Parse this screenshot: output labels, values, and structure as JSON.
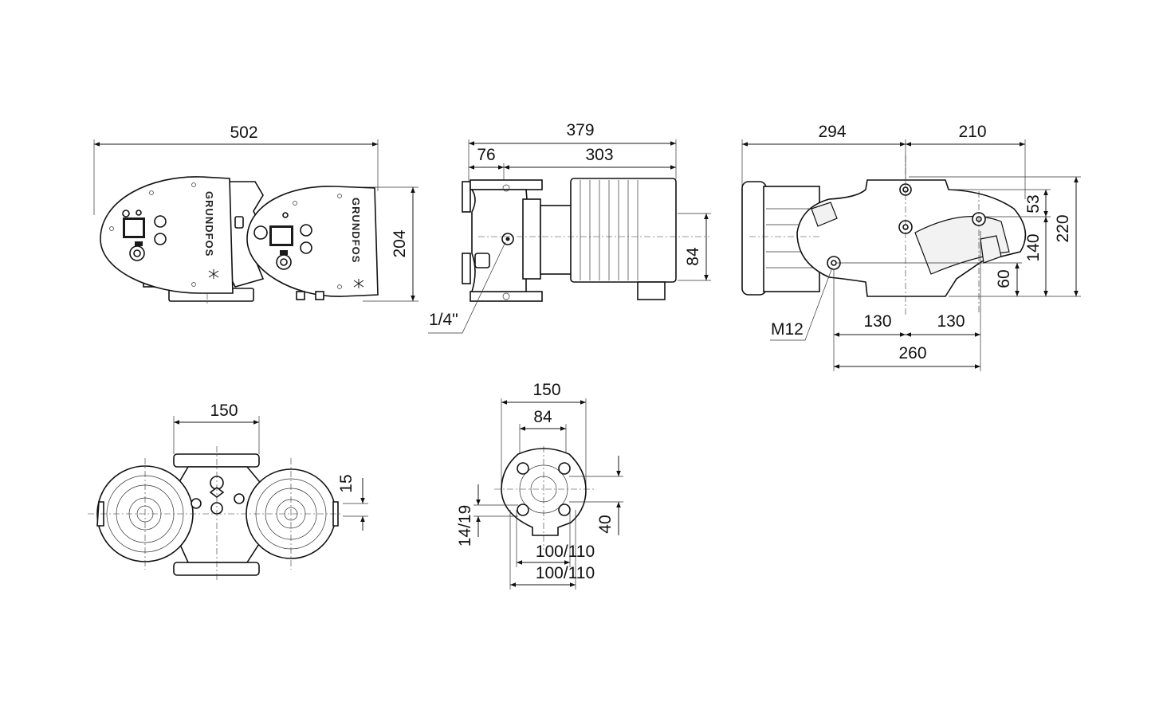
{
  "front_view": {
    "width": "502",
    "height": "204",
    "brand": "GRUNDFOS"
  },
  "side_view": {
    "overall": "379",
    "left": "76",
    "motor": "303",
    "axis_height": "84",
    "port": "1/4\""
  },
  "end_view": {
    "left": "294",
    "right": "210",
    "d53": "53",
    "d140": "140",
    "d220": "220",
    "d60": "60",
    "bolt": "M12",
    "spacing_left": "130",
    "spacing_right": "130",
    "total": "260"
  },
  "bottom_view": {
    "flange_width": "150",
    "offset": "15"
  },
  "flange_view": {
    "outer": "150",
    "inner": "84",
    "hole": "14/19",
    "height": "40",
    "pcd_1": "100/110",
    "pcd_2": "100/110"
  }
}
